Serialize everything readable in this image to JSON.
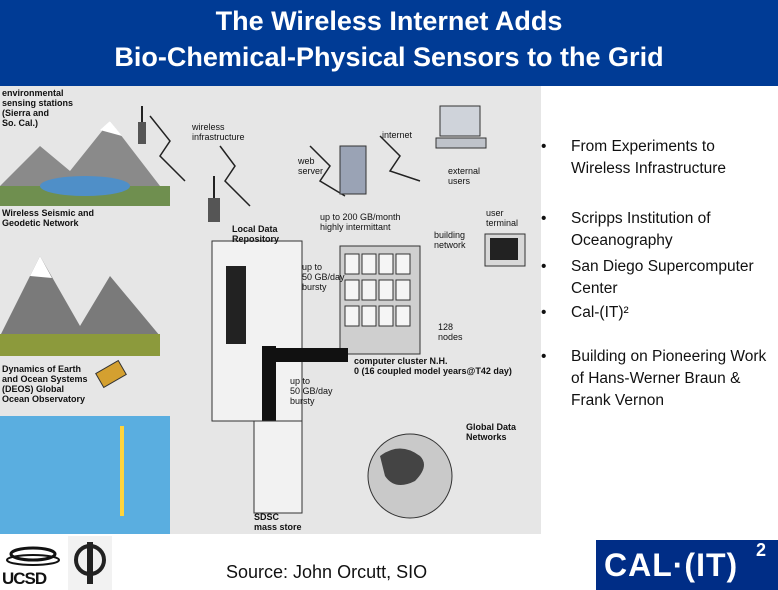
{
  "title": {
    "line1": "The Wireless Internet Adds",
    "line2": "Bio-Chemical-Physical Sensors to the Grid"
  },
  "bullets": [
    {
      "marker": "•",
      "text": "From Experiments to Wireless Infrastructure"
    },
    {
      "marker": "•",
      "text": "Scripps Institution of Oceanography"
    },
    {
      "marker": "•",
      "text": "San Diego Supercomputer Center"
    },
    {
      "marker": "•",
      "text": "Cal-(IT)²"
    },
    {
      "marker": "•",
      "text": "Building on Pioneering Work of Hans-Werner Braun & Frank Vernon"
    }
  ],
  "diagram": {
    "env_stations": [
      "environmental",
      "sensing stations",
      "(Sierra and",
      "So. Cal.)"
    ],
    "wireless_infra": [
      "wireless",
      "infrastructure"
    ],
    "internet": "internet",
    "web_server": [
      "web",
      "server"
    ],
    "external_users": [
      "external",
      "users"
    ],
    "seismic": [
      "Wireless Seismic and",
      "Geodetic Network"
    ],
    "local_repo": [
      "Local Data",
      "Repository"
    ],
    "bandwidth_1": [
      "up to 200 GB/month",
      "highly intermittant"
    ],
    "building_network": [
      "building",
      "network"
    ],
    "user_terminal": [
      "user",
      "terminal"
    ],
    "bandwidth_2": [
      "up to",
      "50 GB/day",
      "bursty"
    ],
    "nodes": [
      "128",
      "nodes"
    ],
    "cluster": [
      "computer cluster N.H.",
      "0 (16 coupled model years@T42 day)"
    ],
    "deos": [
      "Dynamics of Earth",
      "and Ocean Systems",
      "(DEOS) Global",
      "Ocean Observatory"
    ],
    "bandwidth_3": [
      "up to",
      "50 GB/day",
      "bursty"
    ],
    "global_data": [
      "Global Data",
      "Networks"
    ],
    "sdsc": [
      "SDSC",
      "mass store"
    ]
  },
  "footer": {
    "source": "Source: John Orcutt, SIO",
    "ucsd": "UCSD",
    "calit2": "CAL·(IT)",
    "calit2_sup": "2"
  },
  "colors": {
    "title_bg": "#003b95",
    "title_fg": "#ffffff",
    "calit2_bg": "#002d86"
  }
}
